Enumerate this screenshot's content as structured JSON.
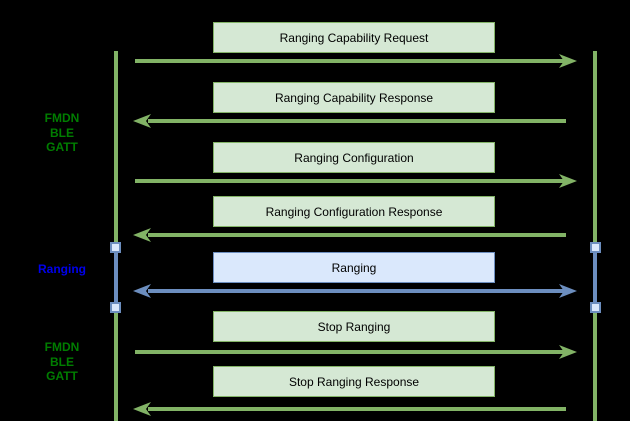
{
  "colors": {
    "background": "#000000",
    "green_stroke": "#82b366",
    "green_fill": "#d5e8d4",
    "blue_stroke": "#6c8ebf",
    "blue_fill": "#dae8fc",
    "side_label_green": "#007d00",
    "side_label_blue": "#0000ee",
    "box_text": "#000000"
  },
  "side_labels": [
    {
      "text": "FMDN\nBLE\nGATT",
      "style": "green"
    },
    {
      "text": "Ranging",
      "style": "blue"
    },
    {
      "text": "FMDN\nBLE\nGATT",
      "style": "green"
    }
  ],
  "messages": [
    {
      "label": "Ranging Capability Request",
      "direction": "right",
      "style": "green"
    },
    {
      "label": "Ranging Capability Response",
      "direction": "left",
      "style": "green"
    },
    {
      "label": "Ranging Configuration",
      "direction": "right",
      "style": "green"
    },
    {
      "label": "Ranging Configuration Response",
      "direction": "left",
      "style": "green"
    },
    {
      "label": "Ranging",
      "direction": "both",
      "style": "blue"
    },
    {
      "label": "Stop Ranging",
      "direction": "right",
      "style": "green"
    },
    {
      "label": "Stop Ranging Response",
      "direction": "left",
      "style": "green"
    }
  ]
}
